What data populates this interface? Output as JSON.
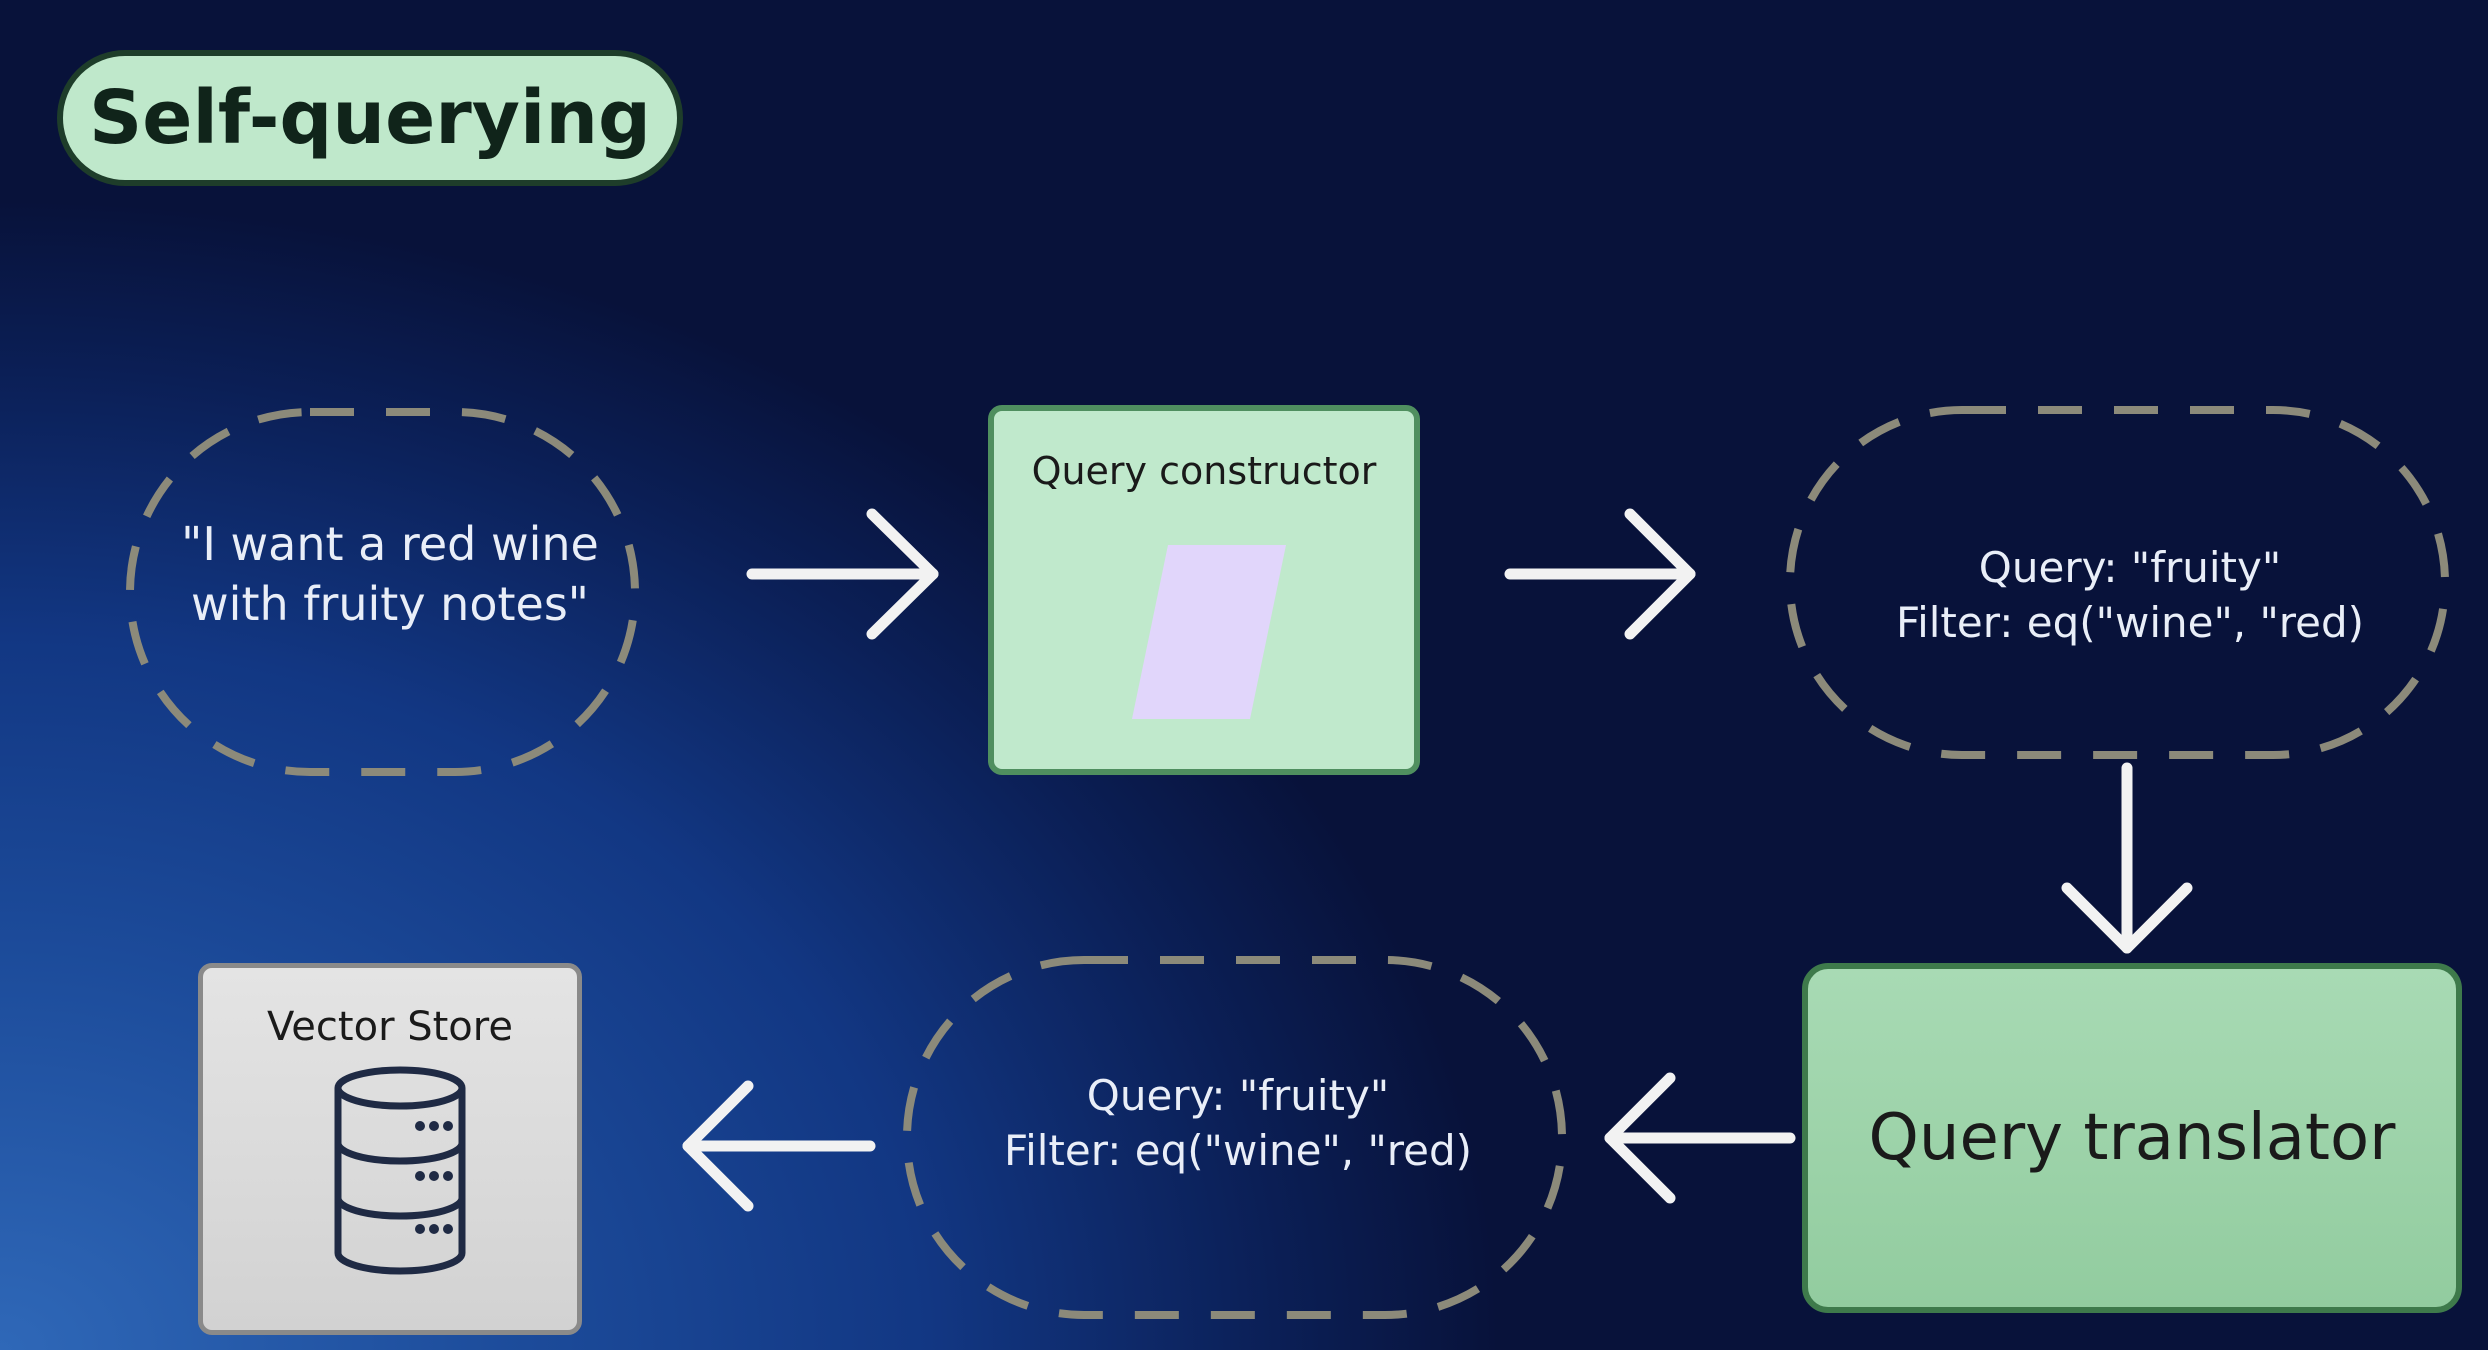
{
  "title": "Self-querying",
  "nodes": {
    "user_query": "\"I want a red wine\nwith fruity notes\"",
    "query_constructor": "Query constructor",
    "structured_query_top": {
      "query": "Query: \"fruity\"",
      "filter": "Filter: eq(\"wine\", \"red)"
    },
    "query_translator": "Query translator",
    "structured_query_bottom": {
      "query": "Query: \"fruity\"",
      "filter": "Filter: eq(\"wine\", \"red)"
    },
    "vector_store": "Vector Store"
  },
  "icons": {
    "constructor": "parallelogram-icon",
    "vector_store": "database-icon"
  },
  "colors": {
    "green_box": "#c0e9cc",
    "translator_box": "#9fd4ab",
    "vector_store_box": "#dcdcdc",
    "parallelogram": "#e1d6fb",
    "dashed_outline": "#8c8a7a",
    "arrow": "#f2f2f2"
  }
}
